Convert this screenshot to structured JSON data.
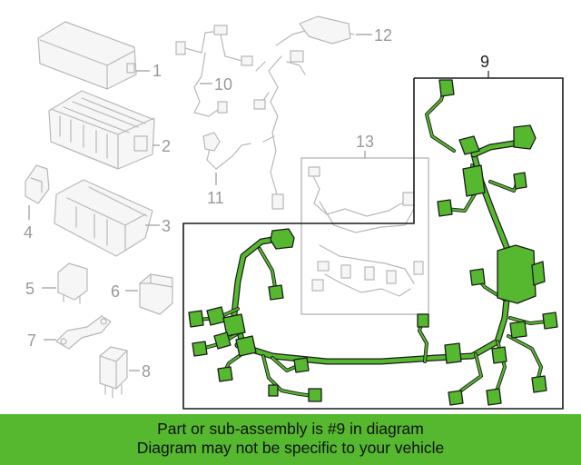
{
  "callouts": {
    "c1": "1",
    "c2": "2",
    "c3": "3",
    "c4": "4",
    "c5": "5",
    "c6": "6",
    "c7": "7",
    "c8": "8",
    "c9": "9",
    "c10": "10",
    "c11": "11",
    "c12": "12",
    "c13": "13"
  },
  "banner": {
    "line1": "Part or sub-assembly is #9 in diagram",
    "line2": "Diagram may not be specific to your vehicle"
  },
  "colors": {
    "highlight": "#55b82e",
    "outline": "#1a1a1a",
    "ghost": "#b8b8b8",
    "background": "#ffffff"
  }
}
